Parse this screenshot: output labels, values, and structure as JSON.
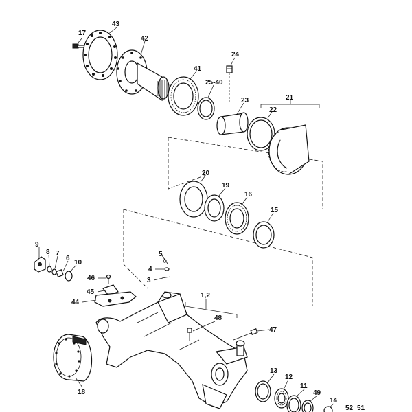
{
  "diagram": {
    "labels": [
      {
        "id": "l17",
        "text": "17"
      },
      {
        "id": "l43",
        "text": "43"
      },
      {
        "id": "l42",
        "text": "42"
      },
      {
        "id": "l24",
        "text": "24"
      },
      {
        "id": "l41",
        "text": "41"
      },
      {
        "id": "l2540",
        "text": "25-40"
      },
      {
        "id": "l23",
        "text": "23"
      },
      {
        "id": "l21",
        "text": "21"
      },
      {
        "id": "l22",
        "text": "22"
      },
      {
        "id": "l20",
        "text": "20"
      },
      {
        "id": "l19",
        "text": "19"
      },
      {
        "id": "l16",
        "text": "16"
      },
      {
        "id": "l15",
        "text": "15"
      },
      {
        "id": "l9",
        "text": "9"
      },
      {
        "id": "l8",
        "text": "8"
      },
      {
        "id": "l7",
        "text": "7"
      },
      {
        "id": "l6",
        "text": "6"
      },
      {
        "id": "l10",
        "text": "10"
      },
      {
        "id": "l5",
        "text": "5"
      },
      {
        "id": "l4",
        "text": "4"
      },
      {
        "id": "l3",
        "text": "3"
      },
      {
        "id": "l46",
        "text": "46"
      },
      {
        "id": "l45",
        "text": "45"
      },
      {
        "id": "l44",
        "text": "44"
      },
      {
        "id": "l12a",
        "text": "1,2"
      },
      {
        "id": "l48",
        "text": "48"
      },
      {
        "id": "l47",
        "text": "47"
      },
      {
        "id": "l18",
        "text": "18"
      },
      {
        "id": "l13",
        "text": "13"
      },
      {
        "id": "l12",
        "text": "12"
      },
      {
        "id": "l11",
        "text": "11"
      },
      {
        "id": "l49",
        "text": "49"
      },
      {
        "id": "l14",
        "text": "14"
      },
      {
        "id": "l52",
        "text": "52"
      },
      {
        "id": "l51",
        "text": "51"
      }
    ]
  }
}
